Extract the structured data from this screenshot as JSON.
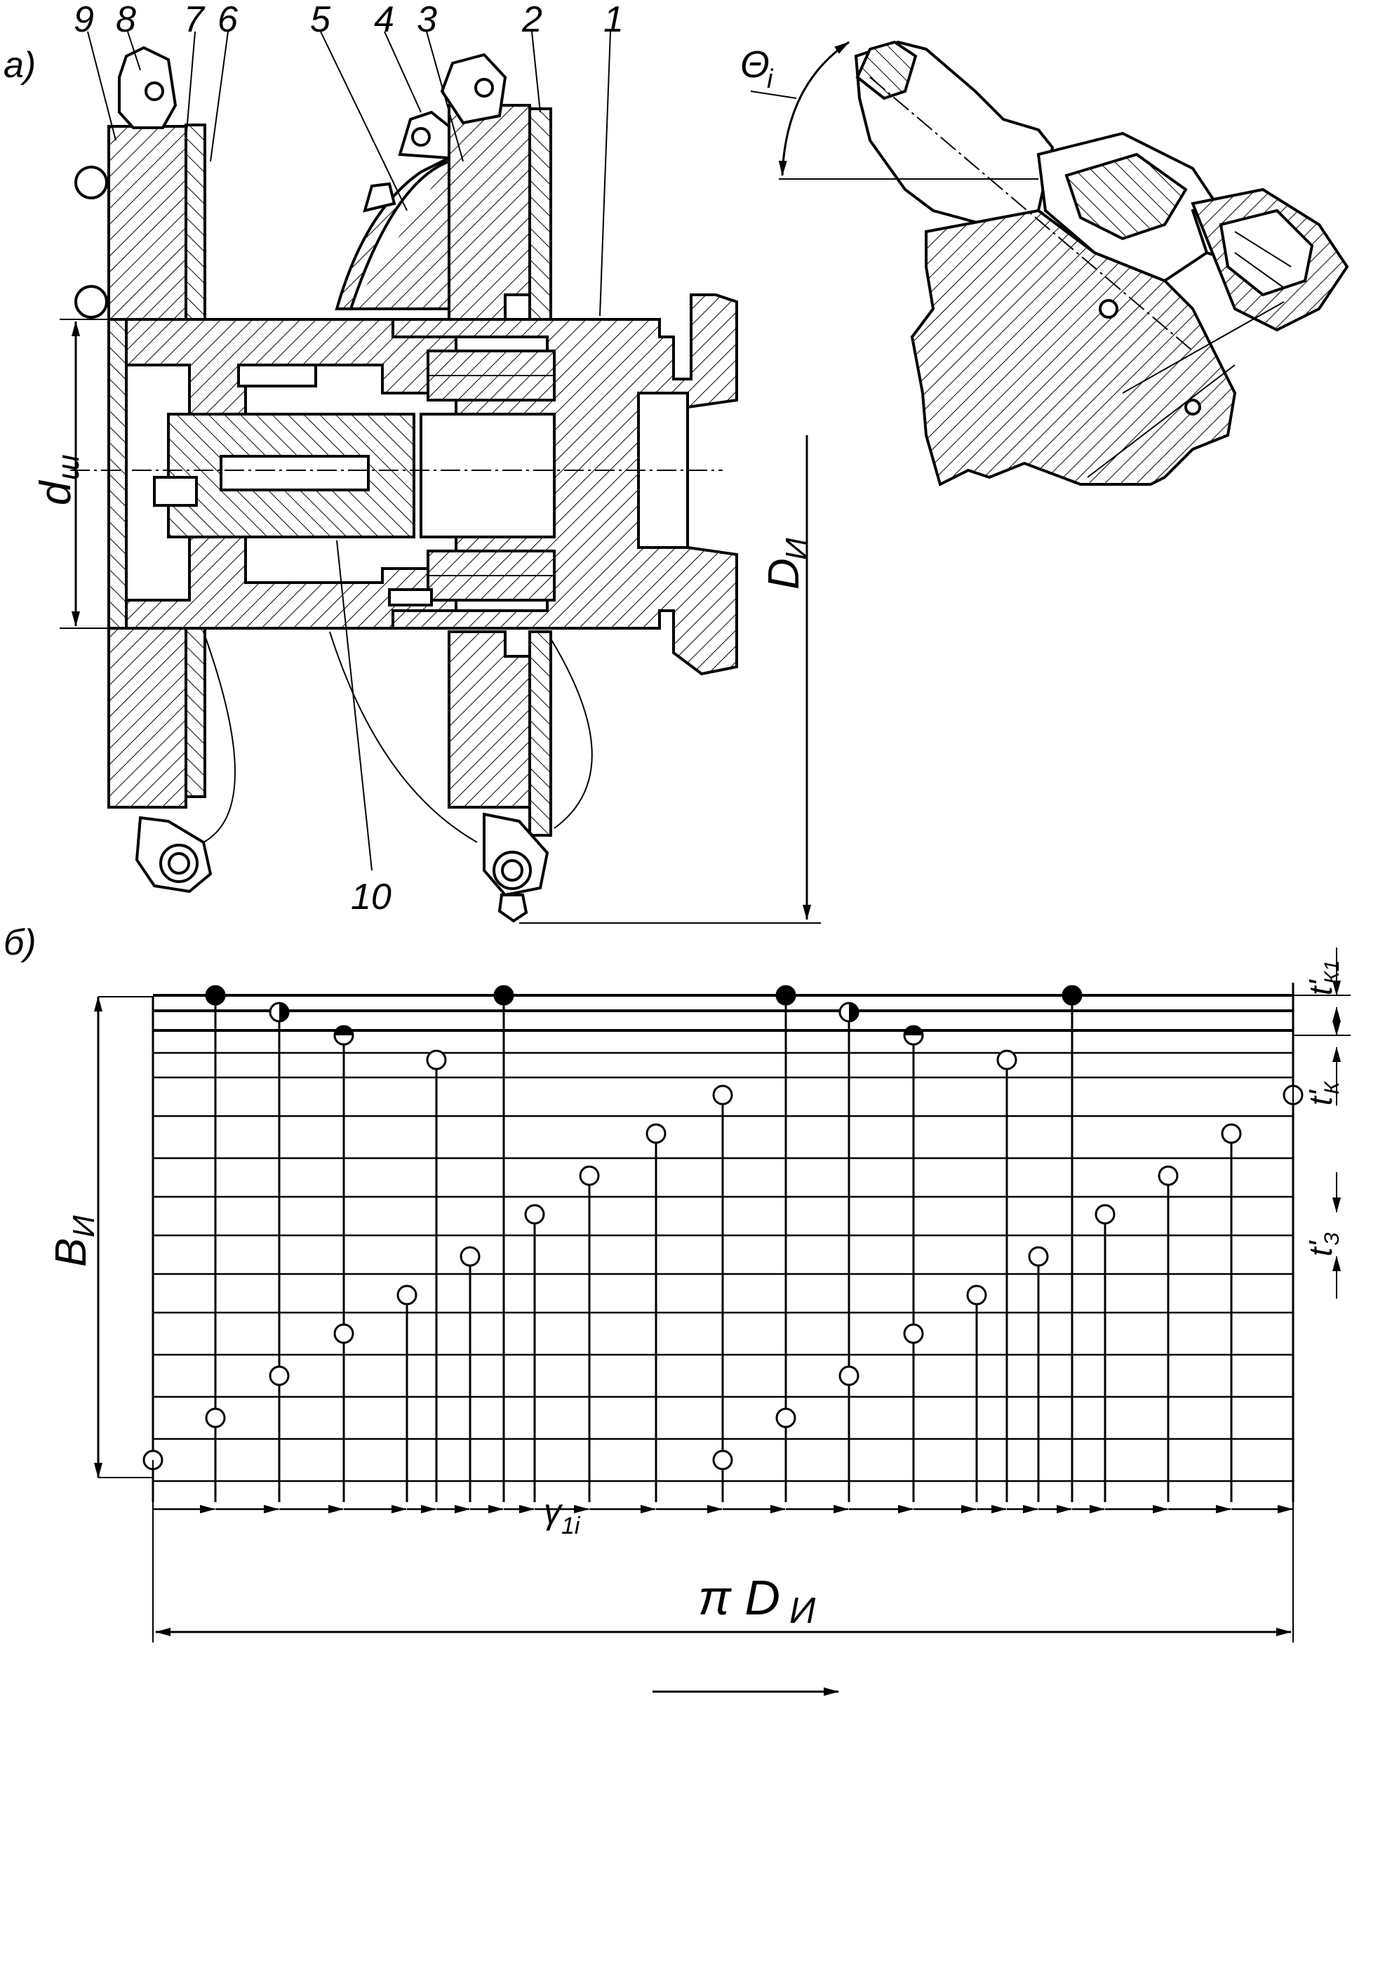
{
  "colors": {
    "ink": "#000000",
    "paper": "#ffffff"
  },
  "view_a": {
    "label": "а)",
    "part_numbers": [
      "9",
      "8",
      "7",
      "6",
      "5",
      "4",
      "3",
      "2",
      "1"
    ],
    "part_10": "10",
    "shaft_diameter_label": "d",
    "shaft_diameter_sub": "ш",
    "tool_diameter_label": "D",
    "tool_diameter_sub": "И"
  },
  "detail": {
    "angle_label": "Θ",
    "angle_sub": "i"
  },
  "view_b": {
    "label": "б)",
    "width_label": "B",
    "width_sub": "И",
    "t_k1_label": "t'",
    "t_k1_sub": "К1",
    "t_k_label": "t'",
    "t_k_sub": "К",
    "t_z_label": "t'",
    "t_z_sub": "З",
    "gamma_label": "γ",
    "gamma_sub": "1i",
    "circumference_label": "π D",
    "circumference_sub": "И",
    "marker_types": [
      "filled",
      "half",
      "half-top",
      "open"
    ],
    "markers": [
      {
        "col": 0,
        "row": 12,
        "type": "open"
      },
      {
        "col": 1,
        "row": -1,
        "type": "filled"
      },
      {
        "col": 1,
        "row": 11,
        "type": "open"
      },
      {
        "col": 2,
        "row": 0,
        "type": "half"
      },
      {
        "col": 2,
        "row": 10,
        "type": "open"
      },
      {
        "col": 3,
        "row": 1,
        "type": "half-top"
      },
      {
        "col": 3,
        "row": 9,
        "type": "open"
      },
      {
        "col": 4,
        "row": 8,
        "type": "open"
      },
      {
        "col": 5,
        "row": 2,
        "type": "open"
      },
      {
        "col": 6,
        "row": 7,
        "type": "open"
      },
      {
        "col": 7,
        "row": -1,
        "type": "filled"
      },
      {
        "col": 8,
        "row": 6,
        "type": "open"
      },
      {
        "col": 9,
        "row": 5,
        "type": "open"
      },
      {
        "col": 10,
        "row": 4,
        "type": "open"
      },
      {
        "col": 11,
        "row": 3,
        "type": "open"
      },
      {
        "col": 11,
        "row": 12,
        "type": "open"
      },
      {
        "col": 12,
        "row": -1,
        "type": "filled"
      },
      {
        "col": 12,
        "row": 11,
        "type": "open"
      },
      {
        "col": 13,
        "row": 0,
        "type": "half"
      },
      {
        "col": 13,
        "row": 10,
        "type": "open"
      },
      {
        "col": 14,
        "row": 1,
        "type": "half-top"
      },
      {
        "col": 14,
        "row": 9,
        "type": "open"
      },
      {
        "col": 15,
        "row": 8,
        "type": "open"
      },
      {
        "col": 16,
        "row": 2,
        "type": "open"
      },
      {
        "col": 17,
        "row": 7,
        "type": "open"
      },
      {
        "col": 18,
        "row": -1,
        "type": "filled"
      },
      {
        "col": 19,
        "row": 6,
        "type": "open"
      },
      {
        "col": 20,
        "row": 5,
        "type": "open"
      },
      {
        "col": 21,
        "row": 4,
        "type": "open"
      },
      {
        "col": 22,
        "row": 3,
        "type": "open"
      }
    ]
  }
}
